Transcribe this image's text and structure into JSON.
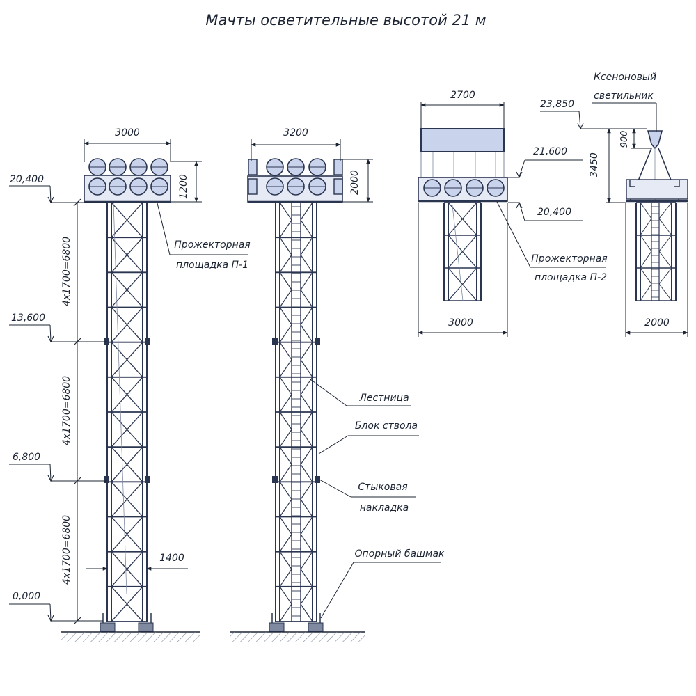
{
  "title": "Мачты осветительные высотой 21 м",
  "colors": {
    "structure": "#2a3550",
    "lamp_fill": "#c9d3ec",
    "hatch": "#7f8aa0",
    "ink": "#1c2433"
  },
  "mast1": {
    "width_top": "3000",
    "platform_height": "1200",
    "level_top": "20,400",
    "level_mid1": "13,600",
    "level_mid2": "6,800",
    "level_base": "0,000",
    "section_top": "4x1700=6800",
    "section_mid": "4x1700=6800",
    "section_low": "4x1700=6800",
    "shaft_width": "1400",
    "platform_label_1": "Прожекторная",
    "platform_label_2": "площадка П-1"
  },
  "mast2": {
    "width_top": "3200",
    "platform_height": "2000",
    "ladder": "Лестница",
    "shaft_block": "Блок ствола",
    "joint_1": "Стыковая",
    "joint_2": "накладка",
    "support_shoe": "Опорный башмак"
  },
  "detail_p2": {
    "width_top": "2700",
    "width_bottom": "3000",
    "level_top": "21,600",
    "level_bottom": "20,400",
    "platform_label_1": "Прожекторная",
    "platform_label_2": "площадка П-2"
  },
  "detail_xenon": {
    "lamp_label_1": "Ксеноновый",
    "lamp_label_2": "светильник",
    "level_top": "23,850",
    "lamp_height": "900",
    "total_height": "3450",
    "width_bottom": "2000"
  }
}
